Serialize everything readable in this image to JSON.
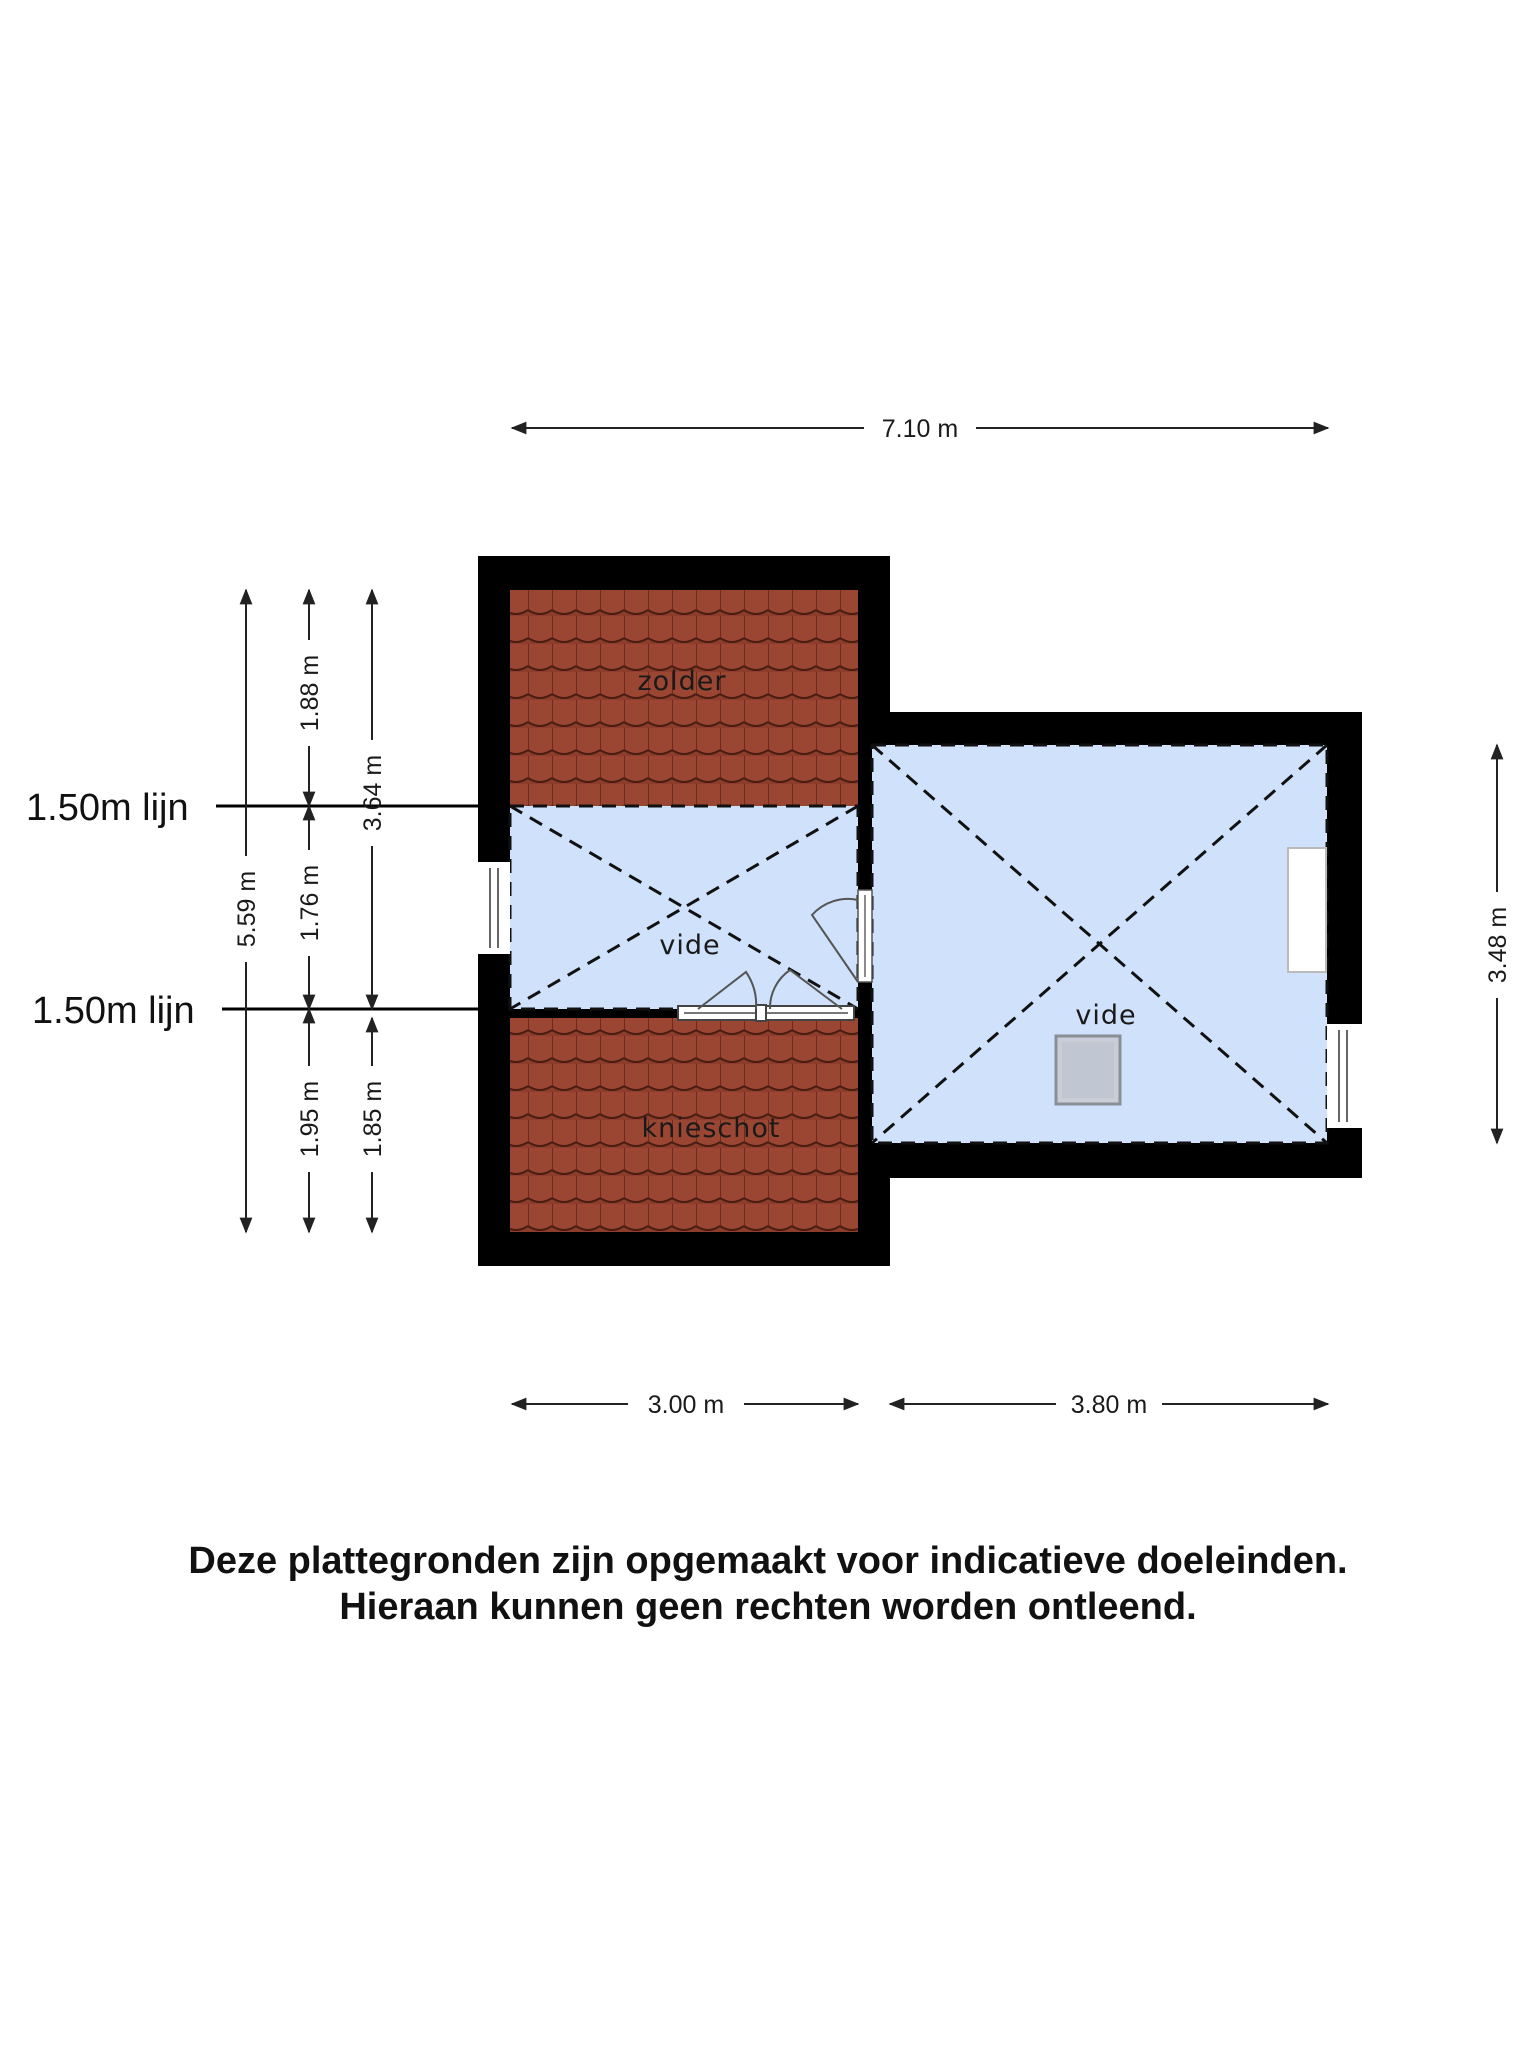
{
  "dimensions": {
    "total_width": "7.10 m",
    "left_width": "3.00 m",
    "right_width": "3.80 m",
    "right_depth": "3.48 m",
    "left_total": "5.59 m",
    "left_top": "1.88 m",
    "left_mid": "1.76 m",
    "left_bottom": "1.95 m",
    "inner_top": "3.64 m",
    "inner_bottom": "1.85 m"
  },
  "lines": {
    "upper_label": "1.50m lijn",
    "lower_label": "1.50m lijn"
  },
  "rooms": {
    "zolder": "zolder",
    "vide_left": "vide",
    "knieschot": "knieschot",
    "vide_right": "vide"
  },
  "colors": {
    "wall": "#000000",
    "roof_tile": "#8a3b29",
    "vide_fill": "#cfe1fb"
  },
  "disclaimer": {
    "line1": "Deze plattegronden zijn opgemaakt voor indicatieve doeleinden.",
    "line2": "Hieraan kunnen geen rechten worden ontleend."
  }
}
